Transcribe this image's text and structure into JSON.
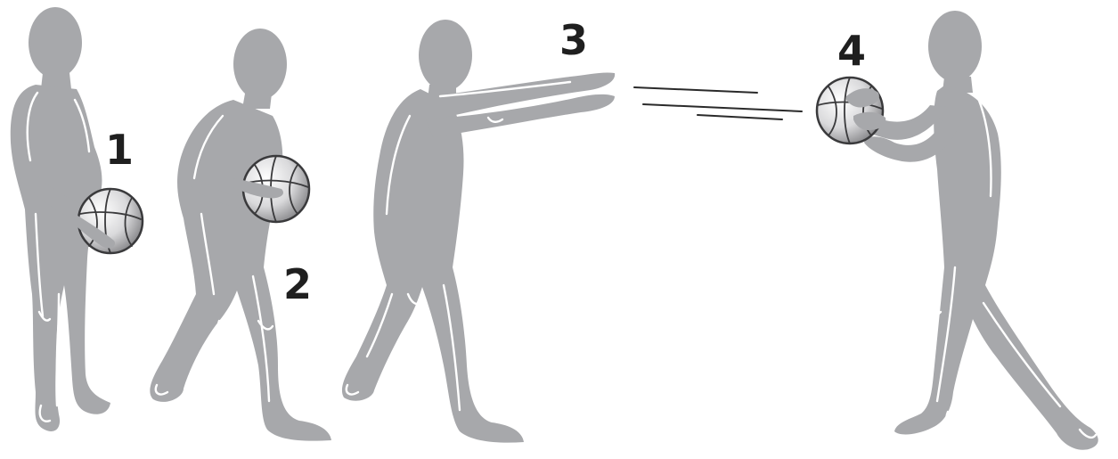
{
  "steps": [
    {
      "number": "1"
    },
    {
      "number": "2"
    },
    {
      "number": "3"
    },
    {
      "number": "4"
    }
  ],
  "colors": {
    "figure": "#a7a8ab",
    "outline": "#ffffff",
    "ball_light": "#ffffff",
    "ball_dark": "#8a8a8c",
    "number": "#1f1f1f"
  }
}
